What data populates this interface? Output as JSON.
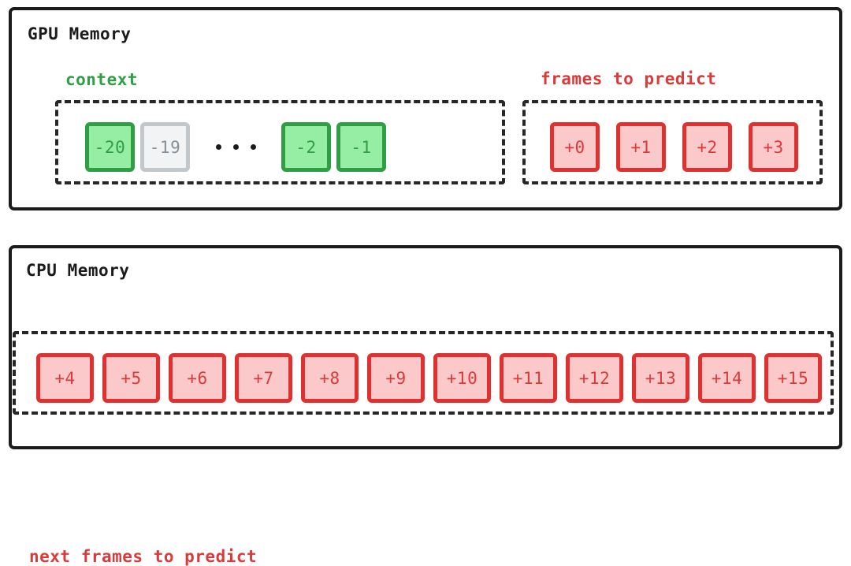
{
  "colors": {
    "panel_border": "#1b1b1b",
    "dashed_border": "#262626",
    "green_fill": "#96eda4",
    "green_border": "#2f9e44",
    "green_text": "#2f9e44",
    "gray_fill": "#f1f3f5",
    "gray_border": "#c2c7cc",
    "gray_text": "#868e96",
    "red_fill": "#fbc9c9",
    "red_border": "#e03131",
    "red_text": "#d93a3a",
    "background": "#ffffff"
  },
  "gpu": {
    "title": "GPU Memory",
    "context": {
      "caption": "context",
      "cells": [
        {
          "label": "-20",
          "style": "green"
        },
        {
          "label": "-19",
          "style": "gray"
        },
        {
          "label": "...",
          "style": "ellipsis"
        },
        {
          "label": "-2",
          "style": "green"
        },
        {
          "label": "-1",
          "style": "green"
        }
      ]
    },
    "predict": {
      "caption": "frames to predict",
      "cells": [
        {
          "label": "+0",
          "style": "red"
        },
        {
          "label": "+1",
          "style": "red"
        },
        {
          "label": "+2",
          "style": "red"
        },
        {
          "label": "+3",
          "style": "red"
        }
      ]
    }
  },
  "cpu": {
    "title": "CPU Memory",
    "next_frames": {
      "caption": "next frames to predict",
      "cells": [
        {
          "label": "+4",
          "style": "red"
        },
        {
          "label": "+5",
          "style": "red"
        },
        {
          "label": "+6",
          "style": "red"
        },
        {
          "label": "+7",
          "style": "red"
        },
        {
          "label": "+8",
          "style": "red"
        },
        {
          "label": "+9",
          "style": "red"
        },
        {
          "label": "+10",
          "style": "red"
        },
        {
          "label": "+11",
          "style": "red"
        },
        {
          "label": "+12",
          "style": "red"
        },
        {
          "label": "+13",
          "style": "red"
        },
        {
          "label": "+14",
          "style": "red"
        },
        {
          "label": "+15",
          "style": "red"
        }
      ]
    }
  }
}
